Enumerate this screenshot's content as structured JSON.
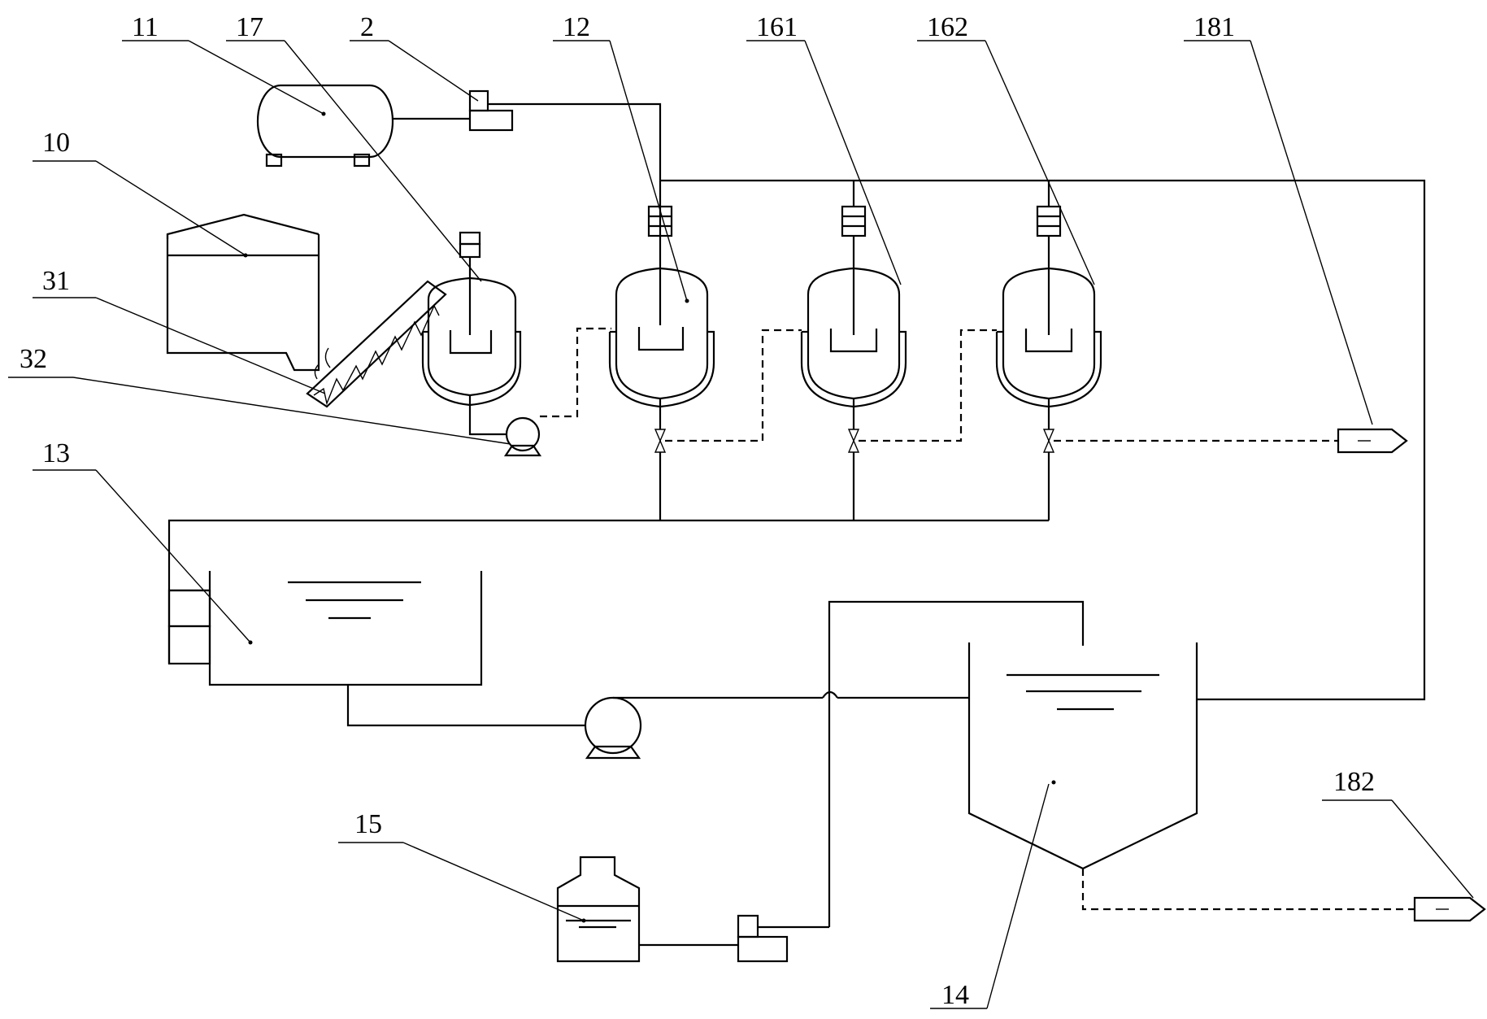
{
  "labels": {
    "l11": "11",
    "l17": "17",
    "l2": "2",
    "l12": "12",
    "l161": "161",
    "l162": "162",
    "l181": "181",
    "l10": "10",
    "l31": "31",
    "l32": "32",
    "l13": "13",
    "l15": "15",
    "l182": "182",
    "l14": "14"
  }
}
